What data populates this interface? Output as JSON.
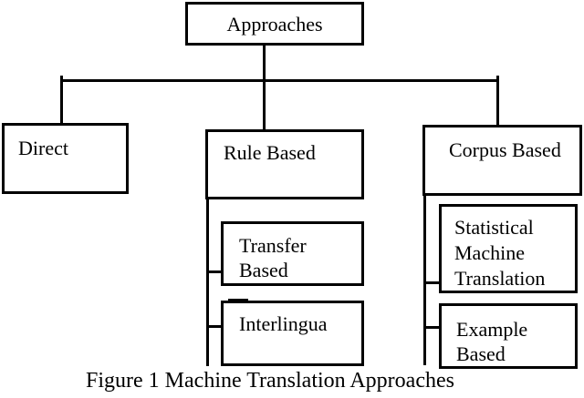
{
  "diagram": {
    "title_node": {
      "label": "Approaches"
    },
    "branches": [
      {
        "id": "direct",
        "label": "Direct"
      },
      {
        "id": "rule-based",
        "label": "Rule Based"
      },
      {
        "id": "corpus-based",
        "label": "Corpus Based"
      }
    ],
    "rule_based_children": [
      {
        "label": "Transfer Based"
      },
      {
        "label": "Interlingua"
      }
    ],
    "corpus_based_children": [
      {
        "label": "Statistical Machine Translation"
      },
      {
        "label": "Example Based"
      }
    ],
    "caption": "Figure 1 Machine Translation Approaches",
    "colors": {
      "line": "#000000",
      "text": "#000000",
      "background": "#ffffff"
    }
  }
}
